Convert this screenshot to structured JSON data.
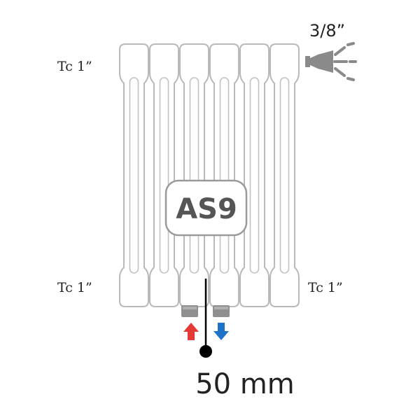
{
  "labels": {
    "top_left_connection": "Tc 1”",
    "bottom_left_connection": "Tc 1”",
    "bottom_right_connection": "Tc 1”",
    "air_vent_size": "3/8”",
    "model": "AS9",
    "center_distance": "50 mm"
  },
  "radiator": {
    "column_count": 6
  },
  "icons": {
    "air_vent": "spray-valve-icon",
    "supply": "arrow-up-icon",
    "return": "arrow-down-icon"
  },
  "colors": {
    "outline": "#b9b9b9",
    "valve": "#8f8f8f",
    "supply_arrow": "#e53935",
    "return_arrow": "#1e73c8",
    "model_text": "#555555",
    "marker": "#000000"
  }
}
